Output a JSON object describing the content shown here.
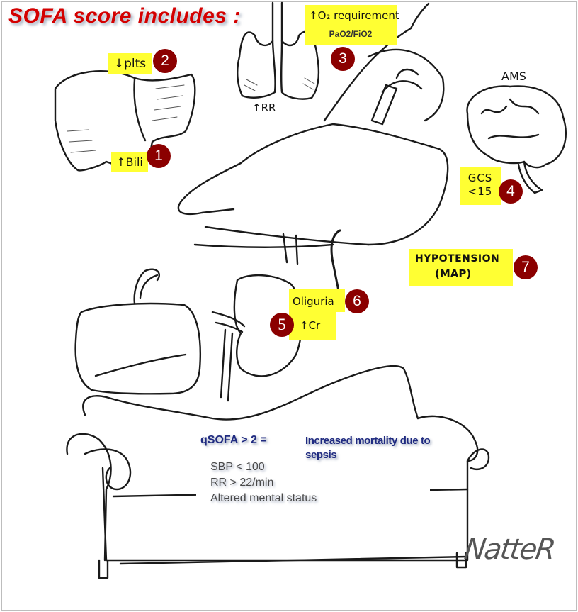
{
  "title": "SOFA score includes :",
  "colors": {
    "title_red": "#d40000",
    "badge_maroon": "#8b0000",
    "highlight_yellow": "#ffff33",
    "qsofa_blue": "#1f2a80",
    "criteria_gray": "#4a4a4a"
  },
  "organs": [
    {
      "number": "1",
      "label": "↑Bili",
      "organ": "liver"
    },
    {
      "number": "2",
      "label": "↓plts",
      "organ": "liver"
    },
    {
      "number": "3",
      "label": "↑O₂ requirement",
      "sublabel": "PaO2/FiO2",
      "organ": "lungs"
    },
    {
      "number": "4",
      "label": "GCS",
      "sublabel": "<15",
      "organ": "brain"
    },
    {
      "number": "5",
      "label": "↑Cr",
      "organ": "kidney"
    },
    {
      "number": "6",
      "label": "Oliguria",
      "organ": "kidney"
    },
    {
      "number": "7",
      "label": "HYPOTENSION",
      "sublabel": "(MAP)",
      "organ": "circulation"
    }
  ],
  "annotations": {
    "rr": "↑RR",
    "ams": "AMS"
  },
  "qsofa": {
    "equation": "qSOFA > 2  =",
    "result": "Increased mortality due to sepsis",
    "criteria": [
      "SBP < 100",
      "RR > 22/min",
      "Altered mental status"
    ]
  },
  "signature": "NatteR"
}
